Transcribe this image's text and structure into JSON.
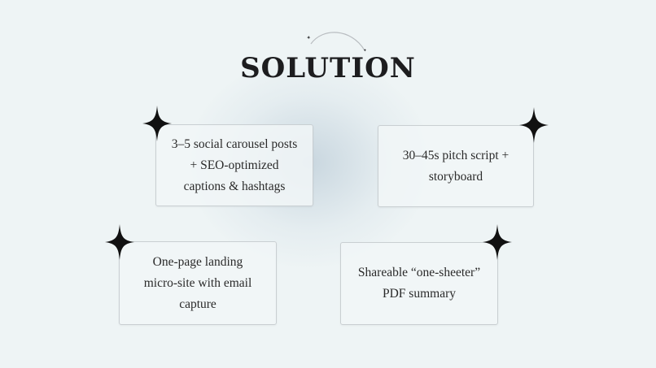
{
  "slide": {
    "title": "SOLUTION"
  },
  "cards": [
    {
      "line1": "3–5 social carousel posts",
      "line2": "+ SEO-optimized",
      "line3": "captions & hashtags"
    },
    {
      "line1": "30–45s pitch script +",
      "line2": "storyboard"
    },
    {
      "line1": "One-page landing",
      "line2": "micro-site with email",
      "line3": "capture"
    },
    {
      "line1": "Shareable “one-sheeter”",
      "line2": "PDF summary"
    }
  ],
  "icons": {
    "card_star": "four-point-star-icon",
    "title_ornament": "sparkle-arc-icon"
  },
  "colors": {
    "background": "#eef4f5",
    "text": "#1d1d1f",
    "card_border": "#c9cfd2",
    "star": "#111111"
  }
}
